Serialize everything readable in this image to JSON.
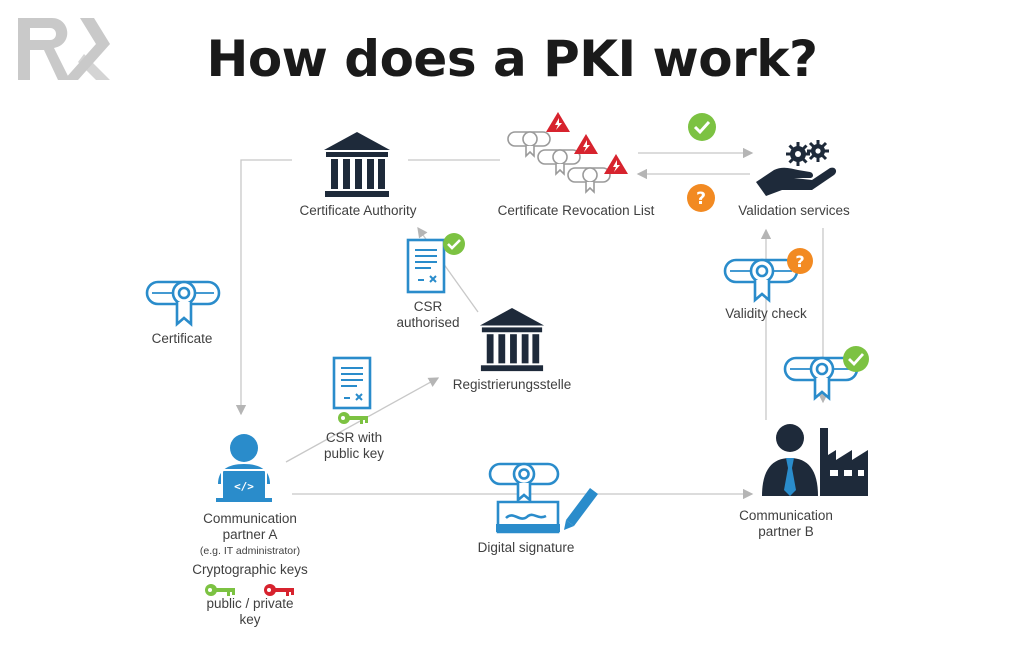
{
  "title": "How does a PKI work?",
  "logo": {
    "text": "RK",
    "color": "#c8c8c8"
  },
  "colors": {
    "blue": "#2a8ccb",
    "dark": "#1e2a3a",
    "green": "#7cc242",
    "orange": "#f28a22",
    "red": "#d7232e",
    "line": "#c8c8c8"
  },
  "nodes": {
    "certificate_authority": "Certificate Authority",
    "crl": "Certificate Revocation List",
    "validation_services": "Validation services",
    "certificate": "Certificate",
    "csr_authorised": [
      "CSR",
      "authorised"
    ],
    "registration_authority": "Registrierungsstelle",
    "csr_with_key": [
      "CSR with",
      "public key"
    ],
    "validity_check": "Validity check",
    "partner_a": [
      "Communication",
      "partner A"
    ],
    "partner_a_note": "(e.g. IT administrator)",
    "crypto_keys": "Cryptographic keys",
    "key_labels": [
      "public / private",
      "key"
    ],
    "digital_signature": "Digital signature",
    "partner_b": [
      "Communication",
      "partner B"
    ]
  }
}
